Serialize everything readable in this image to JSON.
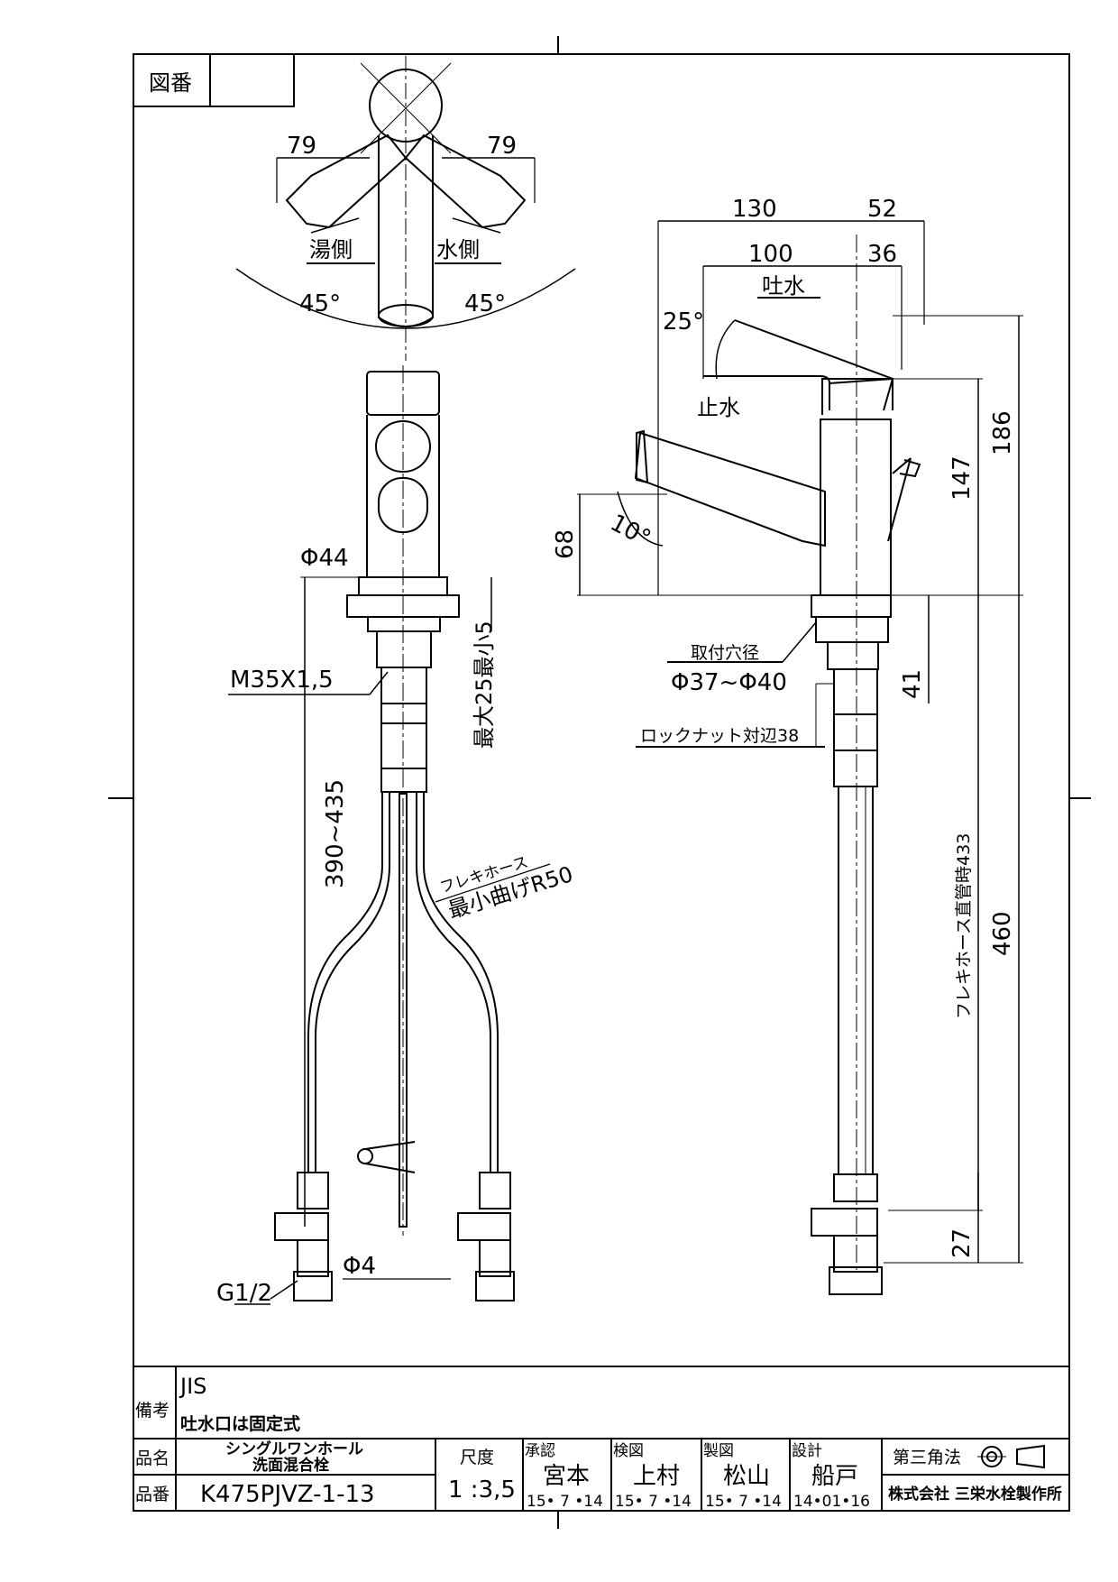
{
  "header": {
    "zuban_label": "図番",
    "zuban_value": ""
  },
  "top_view": {
    "dim_left": "79",
    "dim_right": "79",
    "hot_side": "湯側",
    "cold_side": "水側",
    "angle_left": "45°",
    "angle_right": "45°"
  },
  "front_view": {
    "dia_body": "Φ44",
    "thread": "M35X1,5",
    "max_thickness": "最大25最小5",
    "length_range": "390~435",
    "hose_label": "フレキホース",
    "hose_bend": "最小曲げR50",
    "dia_rod": "Φ4",
    "inlet": "G1/2"
  },
  "side_view": {
    "dim_130": "130",
    "dim_52": "52",
    "dim_100": "100",
    "dim_36": "36",
    "spout_label": "吐水",
    "stop_label": "止水",
    "angle_lever": "25°",
    "angle_spout": "10°",
    "dim_68": "68",
    "dim_147": "147",
    "dim_186": "186",
    "hole_label": "取付穴径",
    "hole_range": "Φ37~Φ40",
    "locknut": "ロックナット対辺38",
    "dim_41": "41",
    "hose_straight": "フレキホース直管時433",
    "dim_460": "460",
    "dim_27": "27"
  },
  "title_block": {
    "biko_label": "備考",
    "note_1": "JIS",
    "note_2": "吐水口は固定式",
    "hinmei_label": "品名",
    "hinmei_1": "シングルワンホール",
    "hinmei_2": "洗面混合栓",
    "hinban_label": "品番",
    "hinban": "K475PJVZ-1-13",
    "scale_label": "尺度",
    "scale": "1 :3,5",
    "approve_label": "承認",
    "approve_name": "宮本",
    "approve_date": "15• 7 •14",
    "check_label": "検図",
    "check_name": "上村",
    "check_date": "15• 7 •14",
    "draw_label": "製図",
    "draw_name": "松山",
    "draw_date": "15• 7 •14",
    "design_label": "設計",
    "design_name": "船戸",
    "design_date": "14•01•16",
    "projection": "第三角法",
    "company": "株式会社 三栄水栓製作所"
  }
}
